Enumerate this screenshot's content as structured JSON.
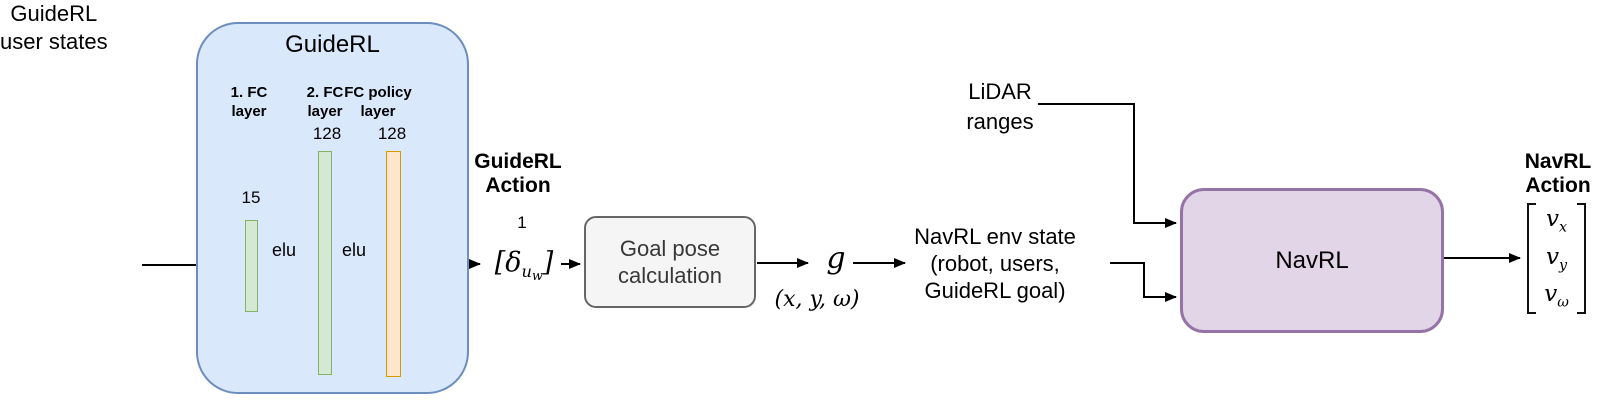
{
  "colors": {
    "guiderl_box_fill": "#dae8fc",
    "guiderl_box_border": "#6c8ebf",
    "fc_layer_fill": "#d5e8d4",
    "fc_layer_border": "#82b366",
    "policy_layer_fill": "#ffe6cc",
    "policy_layer_border": "#d79b00",
    "goal_box_fill": "#f5f5f5",
    "goal_box_border": "#666666",
    "navrl_box_fill": "#e1d5e7",
    "navrl_box_border": "#9673a6",
    "arrow": "#000000"
  },
  "labels": {
    "input": "GuideRL\nuser states",
    "guiderl": {
      "title": "GuideRL",
      "layer1": {
        "name": "1. FC\nlayer",
        "units": "15"
      },
      "layer2": {
        "name": "2. FC\nlayer",
        "units": "128"
      },
      "layer3": {
        "name": "FC policy\nlayer",
        "units": "128"
      },
      "elu1": "elu",
      "elu2": "elu"
    },
    "guiderl_action": {
      "title": "GuideRL\nAction",
      "dim": "1",
      "open": "[",
      "base": "δ",
      "sub": "u",
      "subsub": "w",
      "close": "]"
    },
    "goal_box": "Goal pose\ncalculation",
    "goal": {
      "symbol": "g",
      "components": "(x, y, ω)"
    },
    "env_state": "NavRL env state\n(robot, users,\nGuideRL goal)",
    "lidar": "LiDAR\nranges",
    "navrl": "NavRL",
    "navrl_action": {
      "title": "NavRL\nAction",
      "rows": [
        {
          "base": "v",
          "sub": "x"
        },
        {
          "base": "v",
          "sub": "y"
        },
        {
          "base": "v",
          "sub": "ω"
        }
      ]
    }
  }
}
